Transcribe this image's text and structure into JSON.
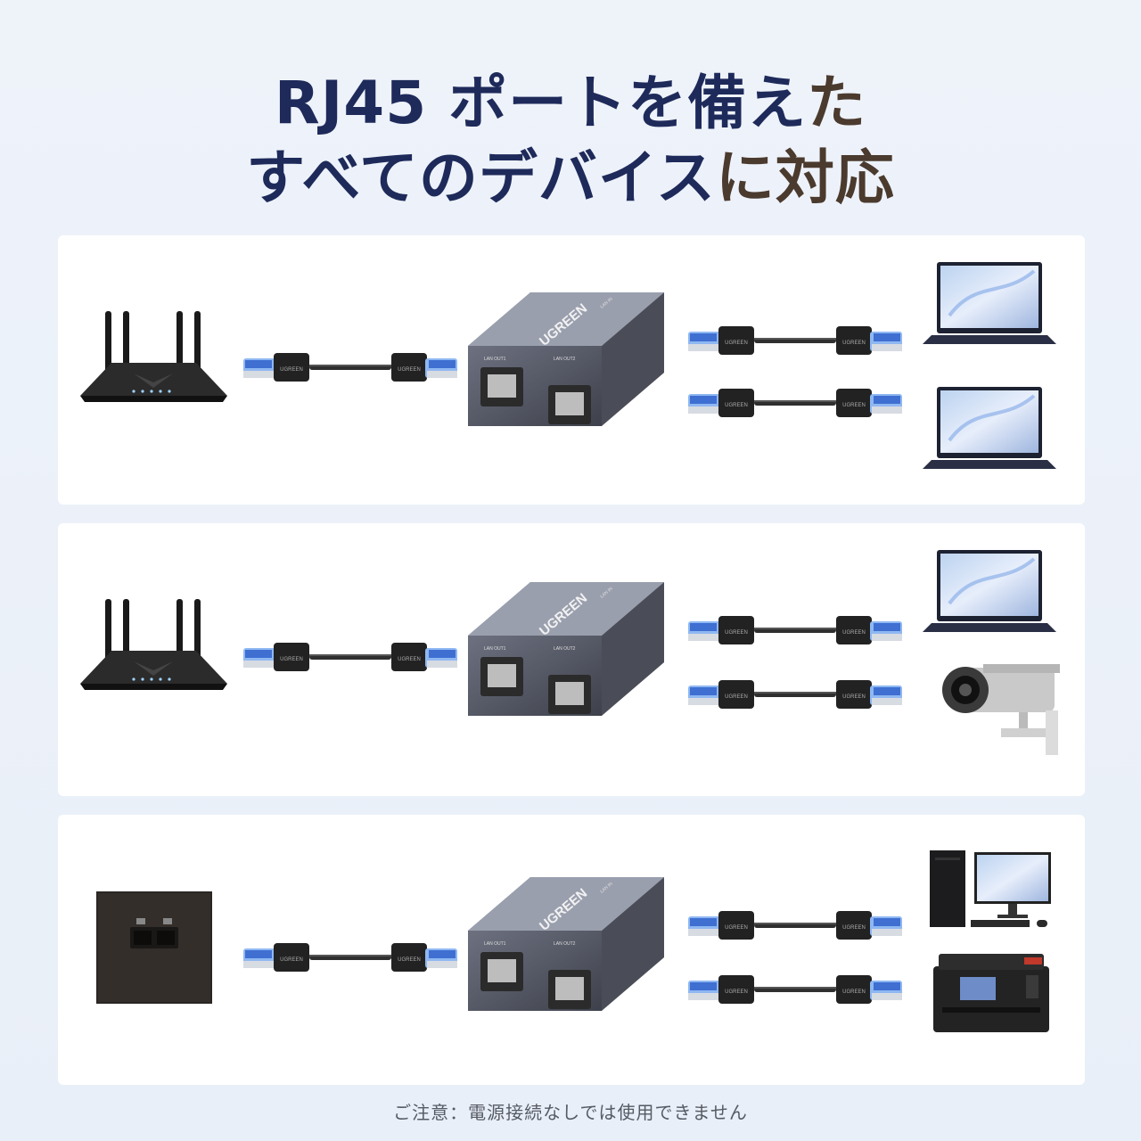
{
  "title": {
    "line1_a": "RJ45 ポートを備え",
    "line1_b": "た",
    "line2_a": "すべてのデバイス",
    "line2_b": "に対応"
  },
  "splitter": {
    "brand": "UGREEN",
    "lan_in": "LAN IN",
    "lan_out1": "LAN OUT1",
    "lan_out2": "LAN OUT2"
  },
  "cable": {
    "brand": "UGREEN"
  },
  "scenarios": [
    {
      "source": "router-icon",
      "outputs": [
        "laptop-icon",
        "laptop-icon"
      ]
    },
    {
      "source": "router-icon",
      "outputs": [
        "laptop-icon",
        "security-camera-icon"
      ]
    },
    {
      "source": "wall-socket-icon",
      "outputs": [
        "desktop-pc-icon",
        "printer-icon"
      ]
    }
  ],
  "footer": {
    "note": "ご注意：電源接続なしでは使用できません"
  },
  "colors": {
    "title_blue": "#1e2a5a",
    "title_brown": "#4b3a2e",
    "panel_bg": "#ffffff",
    "page_bg": "#eef3fa"
  }
}
